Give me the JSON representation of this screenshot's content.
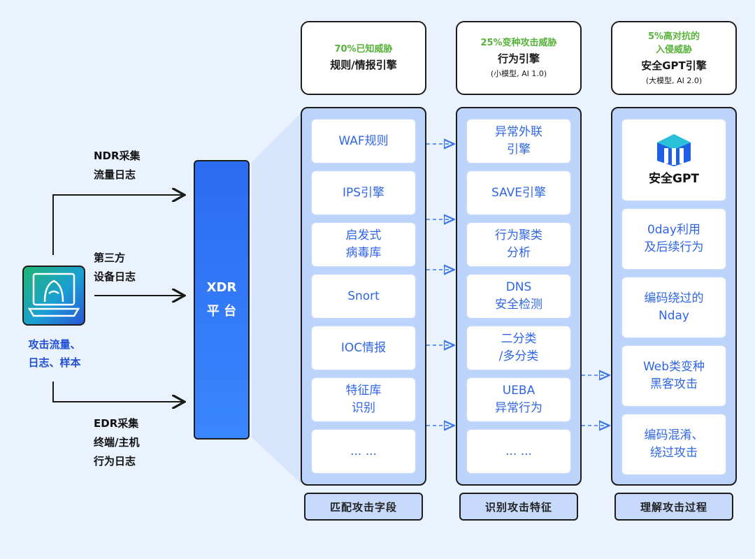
{
  "source": {
    "icon": "hooded-hacker-laptop-icon",
    "label_line1": "攻击流量、",
    "label_line2": "日志、样本"
  },
  "edges": {
    "ndr": {
      "line1": "NDR采集",
      "line2": "流量日志"
    },
    "third_party": {
      "line1": "第三方",
      "line2": "设备日志"
    },
    "edr": {
      "line1": "EDR采集",
      "line2": "终端/主机",
      "line3": "行为日志"
    }
  },
  "xdr": {
    "line1": "XDR",
    "line2": "平 台"
  },
  "columns": [
    {
      "header": {
        "top": "70%已知威胁",
        "main": "规则/情报引擎",
        "sub": ""
      },
      "cards": [
        "WAF规则",
        "IPS引擎",
        "启发式\n病毒库",
        "Snort",
        "IOC情报",
        "特征库\n识别",
        "... ..."
      ],
      "footer": "匹配攻击字段"
    },
    {
      "header": {
        "top": "25%变种攻击威胁",
        "main": "行为引擎",
        "sub": "(小模型, AI 1.0)"
      },
      "cards": [
        "异常外联\n引擎",
        "SAVE引擎",
        "行为聚类\n分析",
        "DNS\n安全检测",
        "二分类\n/多分类",
        "UEBA\n异常行为",
        "... ..."
      ],
      "footer": "识别攻击特征"
    },
    {
      "header": {
        "top": "5%高对抗的\n入侵威胁",
        "main": "安全GPT引擎",
        "sub": "(大模型, AI 2.0)"
      },
      "gpt_card": {
        "icon": "security-gpt-logo-icon",
        "name": "安全GPT"
      },
      "cards": [
        "0day利用\n及后续行为",
        "编码绕过的\nNday",
        "Web类变种\n黑客攻击",
        "编码混淆、\n绕过攻击"
      ],
      "footer": "理解攻击过程"
    }
  ],
  "colors": {
    "accent_blue": "#2f66e3",
    "green": "#57b23a",
    "panel": "#bcd3fb",
    "background": "#e9f2fd"
  }
}
